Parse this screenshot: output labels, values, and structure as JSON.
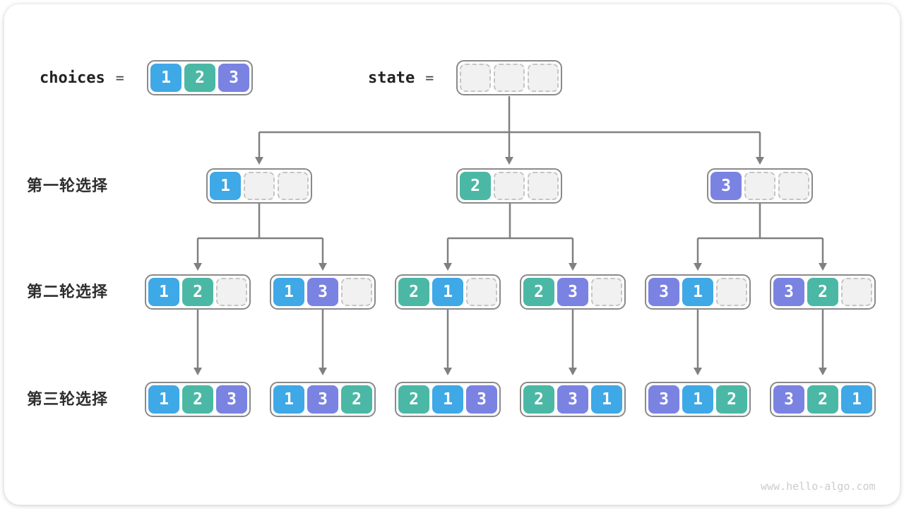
{
  "header": {
    "choices_label": "choices",
    "equals": "=",
    "state_label": "state",
    "choices": [
      1,
      2,
      3
    ],
    "state": [
      null,
      null,
      null
    ]
  },
  "rows": [
    {
      "label": "第一轮选择",
      "nodes": [
        [
          1,
          null,
          null
        ],
        [
          2,
          null,
          null
        ],
        [
          3,
          null,
          null
        ]
      ]
    },
    {
      "label": "第二轮选择",
      "nodes": [
        [
          1,
          2,
          null
        ],
        [
          1,
          3,
          null
        ],
        [
          2,
          1,
          null
        ],
        [
          2,
          3,
          null
        ],
        [
          3,
          1,
          null
        ],
        [
          3,
          2,
          null
        ]
      ]
    },
    {
      "label": "第三轮选择",
      "nodes": [
        [
          1,
          2,
          3
        ],
        [
          1,
          3,
          2
        ],
        [
          2,
          1,
          3
        ],
        [
          2,
          3,
          1
        ],
        [
          3,
          1,
          2
        ],
        [
          3,
          2,
          1
        ]
      ]
    }
  ],
  "colors": {
    "1": "#3fa8e6",
    "2": "#4bb8a5",
    "3": "#7a83e2",
    "arrow": "#808080",
    "node_border": "#8a8a8a",
    "empty_fill": "#f1f1f1",
    "empty_border": "#c5c5c5"
  },
  "watermark": "www.hello-algo.com"
}
